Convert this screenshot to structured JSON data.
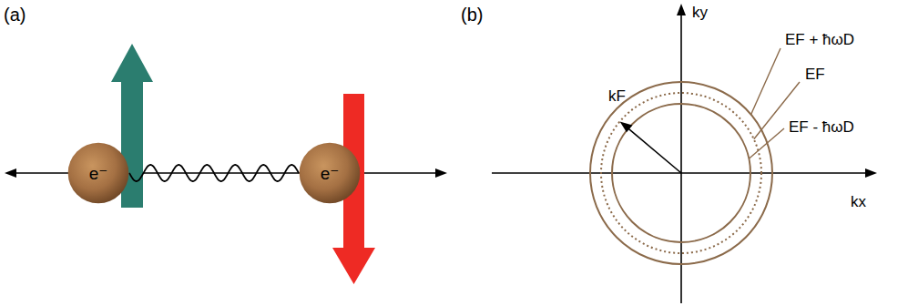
{
  "diagram": {
    "nodes": [
      {
        "text": [
          "e⁻"
        ]
      },
      {
        "text": [
          "e⁻"
        ]
      }
    ],
    "edges": [
      {
        "from": 0,
        "to": 1,
        "arrow": "none"
      }
    ],
    "labels": [
      "(a)",
      "(b)",
      "ky",
      "kx",
      "kF",
      "EF + ħωD",
      "EF",
      "EF - ħωD"
    ]
  }
}
